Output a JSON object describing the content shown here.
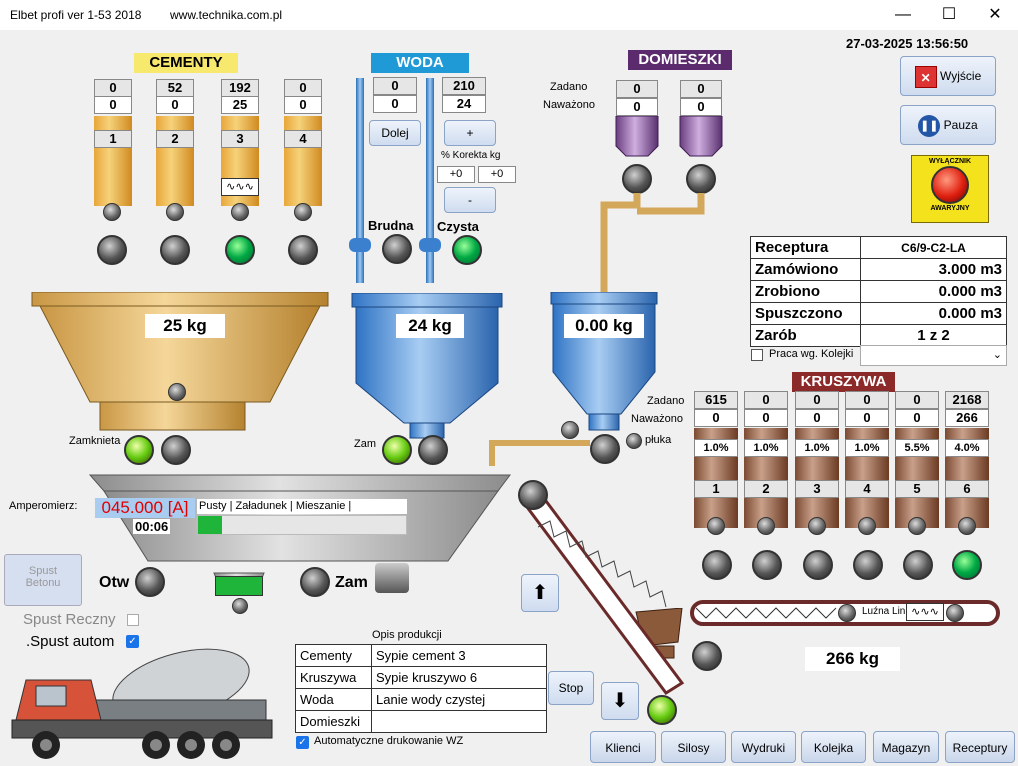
{
  "window": {
    "title": "Elbet profi ver 1-53 2018",
    "website": "www.technika.com.pl"
  },
  "datetime": "27-03-2025 13:56:50",
  "cementy": {
    "title": "CEMENTY",
    "silos": [
      {
        "top": "0",
        "mid": "0",
        "label": "1"
      },
      {
        "top": "52",
        "mid": "0",
        "label": "2"
      },
      {
        "top": "192",
        "mid": "25",
        "label": "3"
      },
      {
        "top": "0",
        "mid": "0",
        "label": "4"
      }
    ],
    "scale_weight": "25 kg",
    "closed_label": "Zamknieta"
  },
  "woda": {
    "title": "WODA",
    "box1_top": "0",
    "box1_mid": "0",
    "box2_top": "210",
    "box2_mid": "24",
    "dolej_label": "Dolej",
    "plus_label": "+",
    "minus_label": "-",
    "korekta_label": "% Korekta kg",
    "korekta_left": "+0",
    "korekta_right": "+0",
    "brudna_label": "Brudna",
    "czysta_label": "Czysta",
    "scale_weight": "24 kg",
    "zam_label": "Zam"
  },
  "domieszki": {
    "title": "DOMIESZKI",
    "zadano_label": "Zadano",
    "nawazono_label": "Naważono",
    "values": [
      {
        "zadano": "0",
        "nawazono": "0"
      },
      {
        "zadano": "0",
        "nawazono": "0"
      }
    ],
    "scale_weight": "0.00 kg",
    "zadano2_label": "Zadano",
    "nawazono2_label": "Naważono",
    "pluka_label": "płuka"
  },
  "buttons": {
    "wyjscie": "Wyjście",
    "pauza": "Pauza",
    "emergency_top": "WYŁĄCZNIK",
    "emergency_bottom": "AWARYJNY"
  },
  "receptura": {
    "rows": [
      {
        "label": "Receptura",
        "value": "C6/9-C2-LA"
      },
      {
        "label": "Zamówiono",
        "value": "3.000 m3"
      },
      {
        "label": "Zrobiono",
        "value": "0.000 m3"
      },
      {
        "label": "Spuszczono",
        "value": "0.000 m3"
      },
      {
        "label": "Zarób",
        "value": "1 z 2"
      }
    ],
    "praca_label": "Praca wg. Kolejki"
  },
  "kruszywa": {
    "title": "KRUSZYWA",
    "silos": [
      {
        "top": "615",
        "mid": "0",
        "pct": "1.0%",
        "label": "1"
      },
      {
        "top": "0",
        "mid": "0",
        "pct": "1.0%",
        "label": "2"
      },
      {
        "top": "0",
        "mid": "0",
        "pct": "1.0%",
        "label": "3"
      },
      {
        "top": "0",
        "mid": "0",
        "pct": "1.0%",
        "label": "4"
      },
      {
        "top": "0",
        "mid": "0",
        "pct": "5.5%",
        "label": "5"
      },
      {
        "top": "2168",
        "mid": "266",
        "pct": "4.0%",
        "label": "6"
      }
    ],
    "belt_label": "Luźna Lin",
    "scale_weight": "266 kg"
  },
  "mixer": {
    "amperomierz_label": "Amperomierz:",
    "amp_value": "045.000 [A]",
    "time": "00:06",
    "phases": "Pusty | Załadunek | Mieszanie | Opróżnianie",
    "otw_label": "Otw",
    "zam_label": "Zam"
  },
  "spust": {
    "betonu_label": "Spust\nBetonu",
    "reczny_label": "Spust Reczny",
    "autom_label": ".Spust autom"
  },
  "opis": {
    "title": "Opis produkcji",
    "rows": [
      {
        "label": "Cementy",
        "value": "Sypie cement 3"
      },
      {
        "label": "Kruszywa",
        "value": "Sypie kruszywo 6"
      },
      {
        "label": "Woda",
        "value": "Lanie wody czystej"
      },
      {
        "label": "Domieszki",
        "value": ""
      }
    ],
    "auto_print_label": "Automatyczne drukowanie WZ",
    "stop_label": "Stop"
  },
  "bottom_buttons": [
    "Klienci",
    "Silosy",
    "Wydruki",
    "Kolejka",
    "Magazyn",
    "Receptury"
  ],
  "colors": {
    "cementy_header": "#f7e86e",
    "woda_header": "#1f9ad6",
    "domieszki_header": "#5b2b6e",
    "kruszywa_header": "#8c2a2a",
    "amp_value": "#e00000"
  }
}
